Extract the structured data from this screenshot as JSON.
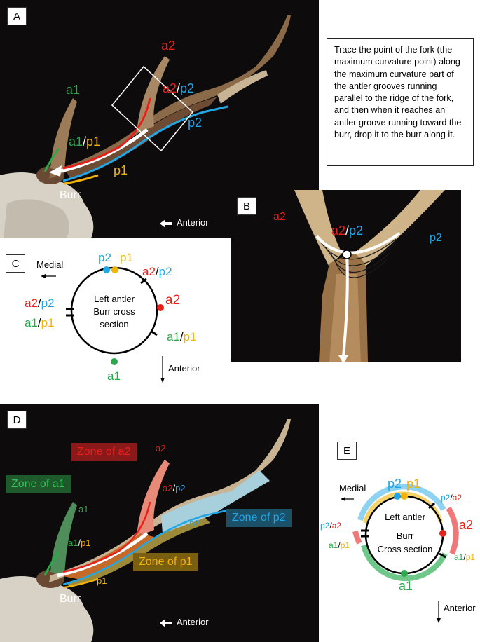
{
  "panels": {
    "A": {
      "label": "A",
      "labels": {
        "a1": "a1",
        "a2": "a2",
        "p2": "p2",
        "p1": "p1",
        "sep": "/",
        "burr": "Burr",
        "anterior": "Anterior"
      }
    },
    "B": {
      "label": "B",
      "labels": {
        "a2": "a2",
        "p2": "p2",
        "sep": "/"
      }
    },
    "C": {
      "label": "C",
      "medial": "Medial",
      "anterior": "Anterior",
      "center_text": [
        "Left antler",
        "Burr cross",
        "section"
      ],
      "points": {
        "p2": "p2",
        "p1": "p1",
        "a2": "a2",
        "a1": "a1",
        "sep": "/"
      }
    },
    "D": {
      "label": "D",
      "zones": {
        "a1": "Zone of a1",
        "a2": "Zone of a2",
        "p1": "Zone of p1",
        "p2": "Zone of p2"
      },
      "labels": {
        "a1": "a1",
        "a2": "a2",
        "p1": "p1",
        "p2": "p2",
        "sep": "/",
        "burr": "Burr",
        "anterior": "Anterior"
      }
    },
    "E": {
      "label": "E",
      "medial": "Medial",
      "anterior": "Anterior",
      "center_text": [
        "Left antler",
        "Burr",
        "Cross  section"
      ],
      "points": {
        "p2": "p2",
        "p1": "p1",
        "a2": "a2",
        "a1": "a1",
        "sep": "/"
      }
    }
  },
  "instruction_text": "Trace the point of the fork (the maximum curvature point)  along the maximum curvature part of the antler grooves running parallel to the ridge of the fork, and then when it reaches an antler groove running toward the burr, drop it to the burr along it.",
  "colors": {
    "a2": "#e8201c",
    "p2": "#22a6e6",
    "a1": "#2aa84a",
    "p1": "#f2b20c"
  }
}
